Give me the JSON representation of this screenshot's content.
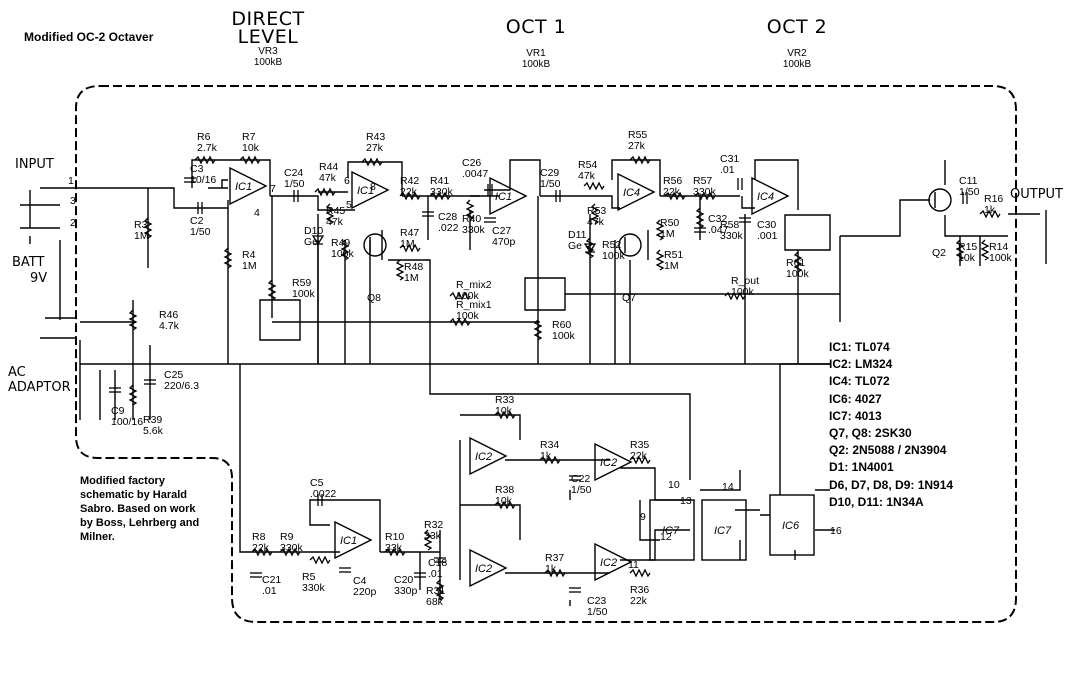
{
  "title": "Modified OC-2 Octaver",
  "controls": [
    {
      "name": "DIRECT LEVEL",
      "ref": "VR3",
      "value": "100kB"
    },
    {
      "name": "OCT 1",
      "ref": "VR1",
      "value": "100kB"
    },
    {
      "name": "OCT 2",
      "ref": "VR2",
      "value": "100kB"
    }
  ],
  "connections": {
    "input": "INPUT",
    "batt": "BATT",
    "batt_voltage": "9V",
    "ac_line1": "AC",
    "ac_line2": "ADAPTOR",
    "output": "OUTPUT"
  },
  "note_lines": [
    "Modified factory",
    "schematic by Harald",
    "Sabro. Based on work",
    "by Boss, Lehrberg and",
    "Milner."
  ],
  "parts_list": [
    "IC1: TL074",
    "IC2: LM324",
    "IC4: TL072",
    "IC6: 4027",
    "IC7: 4013",
    "Q7, Q8: 2SK30",
    "Q2: 2N5088 / 2N3904",
    "D1: 1N4001",
    "D6, D7, D8, D9: 1N914",
    "D10, D11: 1N34A"
  ],
  "components": [
    {
      "ref": "R6",
      "value": "2.7k"
    },
    {
      "ref": "R7",
      "value": "10k"
    },
    {
      "ref": "C3",
      "value": "10/16"
    },
    {
      "ref": "C2",
      "value": "1/50"
    },
    {
      "ref": "R3",
      "value": "1M"
    },
    {
      "ref": "R4",
      "value": "1M"
    },
    {
      "ref": "C24",
      "value": "1/50"
    },
    {
      "ref": "R43",
      "value": "27k"
    },
    {
      "ref": "R44",
      "value": "47k"
    },
    {
      "ref": "R45",
      "value": "47k"
    },
    {
      "ref": "R42",
      "value": "22k"
    },
    {
      "ref": "R41",
      "value": "330k"
    },
    {
      "ref": "R40",
      "value": "330k"
    },
    {
      "ref": "C28",
      "value": ".022"
    },
    {
      "ref": "C26",
      "value": ".0047"
    },
    {
      "ref": "C27",
      "value": "470p"
    },
    {
      "ref": "R49",
      "value": "100k"
    },
    {
      "ref": "R47",
      "value": "1M"
    },
    {
      "ref": "R48",
      "value": "1M"
    },
    {
      "ref": "D10",
      "value": "Ge"
    },
    {
      "ref": "R59",
      "value": "100k"
    },
    {
      "ref": "C29",
      "value": "1/50"
    },
    {
      "ref": "R55",
      "value": "27k"
    },
    {
      "ref": "R54",
      "value": "47k"
    },
    {
      "ref": "R53",
      "value": "47k"
    },
    {
      "ref": "R52",
      "value": "100k"
    },
    {
      "ref": "R56",
      "value": "22k"
    },
    {
      "ref": "R57",
      "value": "330k"
    },
    {
      "ref": "R58",
      "value": "330k"
    },
    {
      "ref": "C31",
      "value": ".01"
    },
    {
      "ref": "C32",
      "value": ".047"
    },
    {
      "ref": "C30",
      "value": ".001"
    },
    {
      "ref": "R50",
      "value": "1M"
    },
    {
      "ref": "R51",
      "value": "1M"
    },
    {
      "ref": "D11",
      "value": "Ge"
    },
    {
      "ref": "R60",
      "value": "100k"
    },
    {
      "ref": "R61",
      "value": "100k"
    },
    {
      "ref": "R_mix1",
      "value": "100k"
    },
    {
      "ref": "R_mix2",
      "value": "100k"
    },
    {
      "ref": "R_out",
      "value": "100k"
    },
    {
      "ref": "C11",
      "value": "1/50"
    },
    {
      "ref": "R16",
      "value": "1k"
    },
    {
      "ref": "R15",
      "value": "10k"
    },
    {
      "ref": "R14",
      "value": "100k"
    },
    {
      "ref": "R46",
      "value": "4.7k"
    },
    {
      "ref": "C25",
      "value": "220/6.3"
    },
    {
      "ref": "C9",
      "value": "100/16"
    },
    {
      "ref": "R39",
      "value": "5.6k"
    },
    {
      "ref": "R33",
      "value": "10k"
    },
    {
      "ref": "R34",
      "value": "1k"
    },
    {
      "ref": "C22",
      "value": "1/50"
    },
    {
      "ref": "R35",
      "value": "22k"
    },
    {
      "ref": "R38",
      "value": "10k"
    },
    {
      "ref": "R37",
      "value": "1k"
    },
    {
      "ref": "C23",
      "value": "1/50"
    },
    {
      "ref": "R36",
      "value": "22k"
    },
    {
      "ref": "C5",
      "value": ".0022"
    },
    {
      "ref": "R8",
      "value": "22k"
    },
    {
      "ref": "R9",
      "value": "330k"
    },
    {
      "ref": "R5",
      "value": "330k"
    },
    {
      "ref": "C4",
      "value": "220p"
    },
    {
      "ref": "C21",
      "value": ".01"
    },
    {
      "ref": "R10",
      "value": "33k"
    },
    {
      "ref": "R32",
      "value": "33k"
    },
    {
      "ref": "C18",
      "value": ".01"
    },
    {
      "ref": "C20",
      "value": "330p"
    },
    {
      "ref": "R31",
      "value": "68k"
    }
  ],
  "active_devices": {
    "ics": [
      "IC1",
      "IC1",
      "IC1",
      "IC4",
      "IC4",
      "IC1",
      "IC2",
      "IC2",
      "IC2",
      "IC2",
      "IC7",
      "IC7",
      "IC6"
    ],
    "transistors": [
      "Q8",
      "Q7",
      "Q2"
    ],
    "diodes": [
      "D10",
      "D11",
      "D1",
      "D6",
      "D7",
      "D8",
      "D9"
    ]
  },
  "pin_numbers": [
    "1",
    "2",
    "3",
    "7",
    "4",
    "6",
    "5",
    "8",
    "9",
    "10",
    "11",
    "12",
    "13",
    "14",
    "16"
  ],
  "colors": {
    "ink": "#000000",
    "paper": "#ffffff"
  }
}
